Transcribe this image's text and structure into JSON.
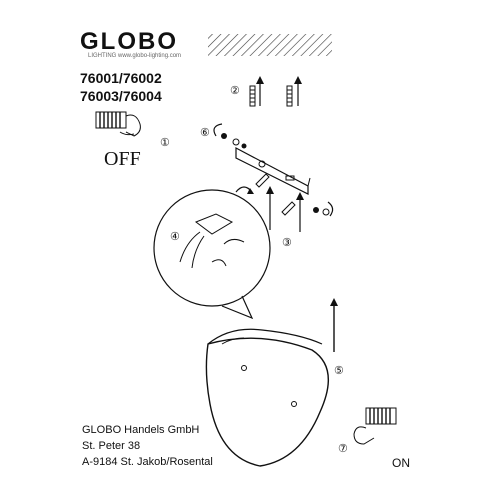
{
  "brand": {
    "name": "GLOBO",
    "tagline_1": "LIGHTING",
    "tagline_2": "www.globo-lighting.com"
  },
  "models": [
    "76001/76002",
    "76003/76004"
  ],
  "steps": [
    "①",
    "②",
    "③",
    "④",
    "⑤",
    "⑥",
    "⑦"
  ],
  "switch": {
    "off_label": "OFF",
    "on_label": "ON"
  },
  "address": [
    "GLOBO Handels GmbH",
    "St. Peter 38",
    "A-9184 St. Jakob/Rosental"
  ],
  "icons": [
    "switch-hand-icon",
    "screw-icon",
    "dowel-icon",
    "arrow-up-icon",
    "rotate-arrow-icon"
  ]
}
